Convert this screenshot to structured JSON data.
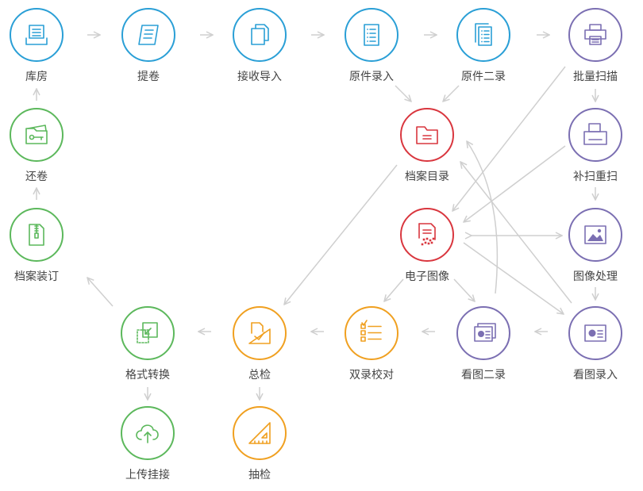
{
  "colors": {
    "blue": "#2a9fd6",
    "green": "#5cb85c",
    "red": "#d9363e",
    "purple": "#7b6fb2",
    "orange": "#f0a020",
    "arrow": "#cfcfcf",
    "text": "#444444"
  },
  "nodes": [
    {
      "id": "kufang",
      "label": "库房",
      "color": "blue",
      "icon": "archive-box-icon"
    },
    {
      "id": "tijuan",
      "label": "提卷",
      "color": "blue",
      "icon": "scroll-icon"
    },
    {
      "id": "jieshou",
      "label": "接收导入",
      "color": "blue",
      "icon": "documents-import-icon"
    },
    {
      "id": "yuanjian_lu",
      "label": "原件录入",
      "color": "blue",
      "icon": "document-list-icon"
    },
    {
      "id": "yuanjian_er",
      "label": "原件二录",
      "color": "blue",
      "icon": "documents-list-icon"
    },
    {
      "id": "piliang",
      "label": "批量扫描",
      "color": "purple",
      "icon": "printer-icon"
    },
    {
      "id": "huanjuan",
      "label": "还卷",
      "color": "green",
      "icon": "folder-key-icon"
    },
    {
      "id": "dangan_mulu",
      "label": "档案目录",
      "color": "red",
      "icon": "folder-icon"
    },
    {
      "id": "busao",
      "label": "补扫重扫",
      "color": "purple",
      "icon": "scanner-icon"
    },
    {
      "id": "zhuangding",
      "label": "档案装订",
      "color": "green",
      "icon": "zip-file-icon"
    },
    {
      "id": "dianzi",
      "label": "电子图像",
      "color": "red",
      "icon": "image-file-icon"
    },
    {
      "id": "chuli",
      "label": "图像处理",
      "color": "purple",
      "icon": "picture-icon"
    },
    {
      "id": "geshi",
      "label": "格式转换",
      "color": "green",
      "icon": "format-convert-icon"
    },
    {
      "id": "zongjian",
      "label": "总检",
      "color": "orange",
      "icon": "ruler-check-icon"
    },
    {
      "id": "shuanglu",
      "label": "双录校对",
      "color": "orange",
      "icon": "checklist-icon"
    },
    {
      "id": "kantu_er",
      "label": "看图二录",
      "color": "purple",
      "icon": "image-cards-icon"
    },
    {
      "id": "kantu_lu",
      "label": "看图录入",
      "color": "purple",
      "icon": "image-card-icon"
    },
    {
      "id": "shangchuan",
      "label": "上传挂接",
      "color": "green",
      "icon": "cloud-upload-icon"
    },
    {
      "id": "choujian",
      "label": "抽检",
      "color": "orange",
      "icon": "set-square-icon"
    }
  ]
}
